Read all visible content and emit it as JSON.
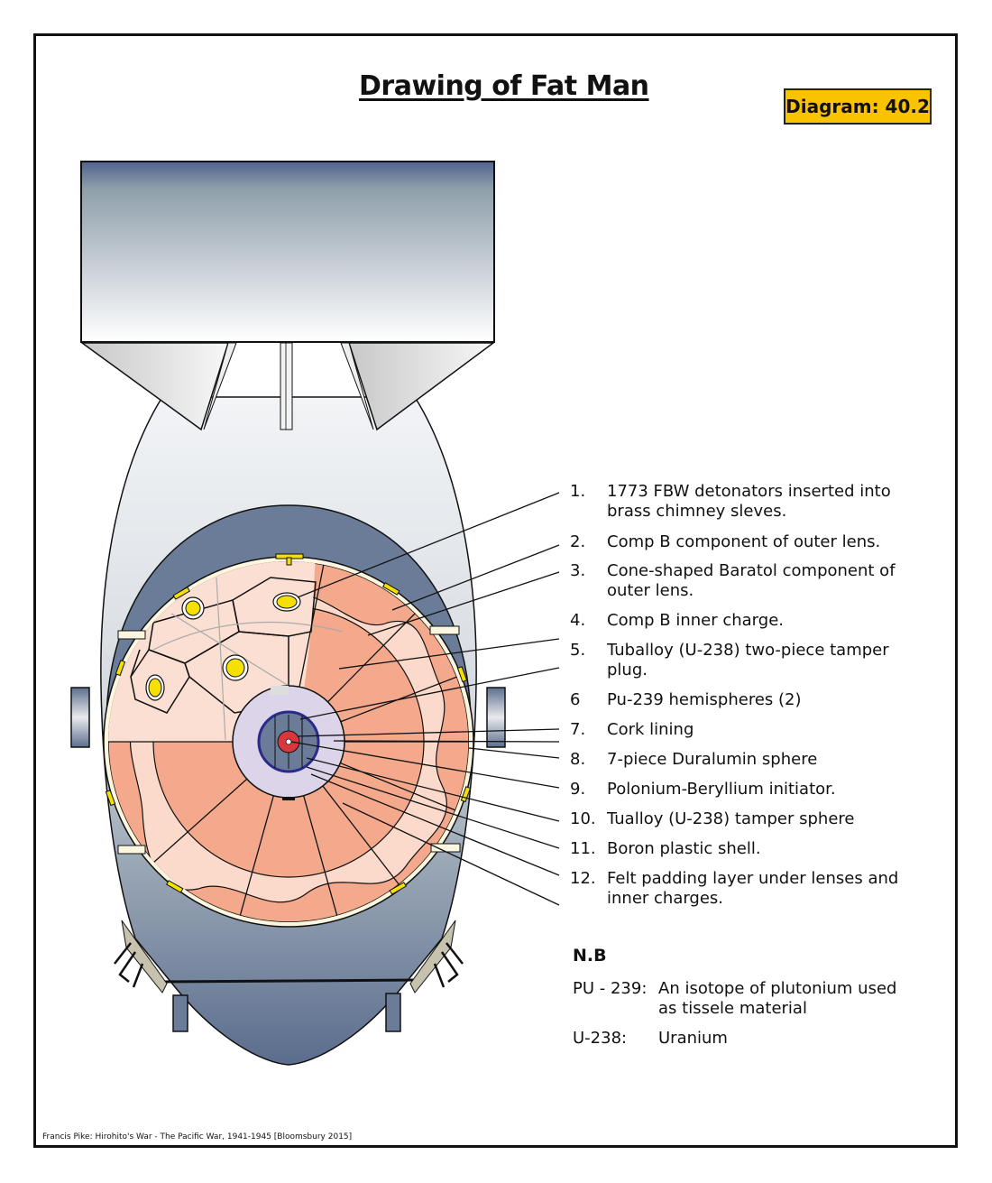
{
  "title": "Drawing of Fat Man",
  "badge": "Diagram: 40.2",
  "legend": [
    {
      "num": "1.",
      "text": "1773 FBW detonators inserted into brass chimney sleves."
    },
    {
      "num": "2.",
      "text": "Comp B component of outer lens."
    },
    {
      "num": "3.",
      "text": "Cone-shaped Baratol component of outer lens."
    },
    {
      "num": "4.",
      "text": "Comp B inner charge."
    },
    {
      "num": "5.",
      "text": "Tuballoy (U-238) two-piece tamper plug."
    },
    {
      "num": "6",
      "text": "Pu-239 hemispheres (2)"
    },
    {
      "num": "7.",
      "text": "Cork lining"
    },
    {
      "num": "8.",
      "text": "7-piece Duralumin sphere"
    },
    {
      "num": "9.",
      "text": "Polonium-Beryllium initiator."
    },
    {
      "num": "10.",
      "text": "Tualloy (U-238) tamper sphere"
    },
    {
      "num": "11.",
      "text": "Boron plastic shell."
    },
    {
      "num": "12.",
      "text": "Felt padding layer under lenses and inner charges."
    }
  ],
  "nb": {
    "heading": "N.B",
    "rows": [
      {
        "key": "PU - 239:",
        "value": "An isotope of plutonium used as tissele material"
      },
      {
        "key": "U-238:",
        "value": "Uranium"
      }
    ]
  },
  "credit": "Francis Pike:  Hirohito's War - The Pacific War, 1941-1945   [Bloomsbury 2015]",
  "colors": {
    "badge": "#f9c300",
    "casing_dark": "#6b7c98",
    "lens_dark": "#f4a98c",
    "lens_light": "#fbd9cb",
    "core_red": "#d9363e",
    "boron_ring": "#2a2a8a",
    "detonator_yellow": "#f5e000"
  }
}
